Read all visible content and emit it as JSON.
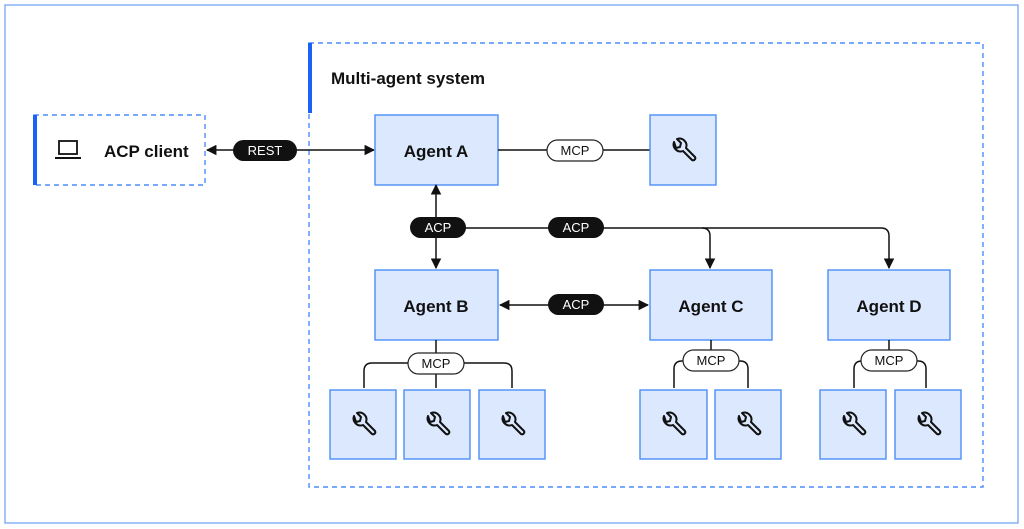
{
  "diagram": {
    "title": "Multi-agent system",
    "client_label": "ACP client",
    "agents": {
      "a": "Agent A",
      "b": "Agent B",
      "c": "Agent C",
      "d": "Agent D"
    },
    "protocols": {
      "rest": "REST",
      "acp_vertical": "ACP",
      "acp_horizontal": "ACP",
      "acp_bc": "ACP",
      "mcp_a": "MCP",
      "mcp_b": "MCP",
      "mcp_c": "MCP",
      "mcp_d": "MCP"
    },
    "icons": {
      "client": "laptop-icon",
      "tool": "wrench-icon"
    },
    "colors": {
      "box_fill": "#dbe8fd",
      "box_stroke": "#4c8ef7",
      "accent_bar": "#1a62f5",
      "pill_dark": "#111111"
    }
  }
}
